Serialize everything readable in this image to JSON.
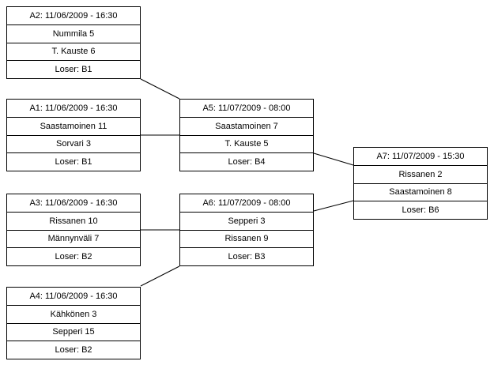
{
  "colors": {
    "background": "#ffffff",
    "border": "#000000",
    "text": "#000000"
  },
  "bracket": {
    "type": "single-elimination-bracket",
    "matches": [
      {
        "id": "A2",
        "header": "A2: 11/06/2009 - 16:30",
        "player1": "Nummila 5",
        "player2": "T. Kauste 6",
        "loser": "Loser: B1"
      },
      {
        "id": "A1",
        "header": "A1: 11/06/2009 - 16:30",
        "player1": "Saastamoinen 11",
        "player2": "Sorvari 3",
        "loser": "Loser: B1"
      },
      {
        "id": "A3",
        "header": "A3: 11/06/2009 - 16:30",
        "player1": "Rissanen 10",
        "player2": "Männynväli 7",
        "loser": "Loser: B2"
      },
      {
        "id": "A4",
        "header": "A4: 11/06/2009 - 16:30",
        "player1": "Kähkönen 3",
        "player2": "Sepperi 15",
        "loser": "Loser: B2"
      },
      {
        "id": "A5",
        "header": "A5: 11/07/2009 - 08:00",
        "player1": "Saastamoinen 7",
        "player2": "T. Kauste 5",
        "loser": "Loser: B4"
      },
      {
        "id": "A6",
        "header": "A6: 11/07/2009 - 08:00",
        "player1": "Sepperi 3",
        "player2": "Rissanen 9",
        "loser": "Loser: B3"
      },
      {
        "id": "A7",
        "header": "A7: 11/07/2009 - 15:30",
        "player1": "Rissanen 2",
        "player2": "Saastamoinen 8",
        "loser": "Loser: B6"
      }
    ],
    "connections": [
      "A2-A5",
      "A1-A5",
      "A3-A6",
      "A4-A6",
      "A5-A7",
      "A6-A7"
    ]
  }
}
